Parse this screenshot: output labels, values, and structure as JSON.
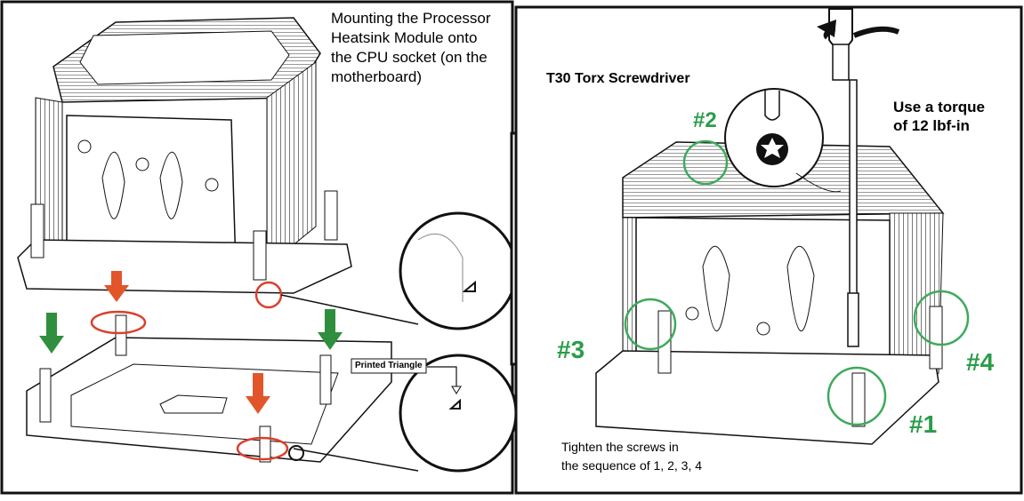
{
  "left_panel": {
    "caption_lines": [
      "Mounting the Processor",
      "Heatsink Module onto",
      "the CPU socket (on the",
      "motherboard)"
    ],
    "triangle_label": "Printed Triangle"
  },
  "right_panel": {
    "tool_label": "T30 Torx Screwdriver",
    "torque_lines": [
      "Use a torque",
      "of 12 lbf-in"
    ],
    "screw_labels": [
      "#1",
      "#2",
      "#3",
      "#4"
    ],
    "sequence_lines": [
      "Tighten the screws in",
      "the sequence of 1, 2, 3, 4"
    ]
  },
  "colors": {
    "arrow_red": "#e2552a",
    "arrow_green": "#2f8f3e",
    "circle_red": "#d9402b",
    "circle_green": "#3daa5b",
    "label_green": "#2a9d49",
    "line": "#111111"
  },
  "icons": [
    "down-arrow-icon",
    "rotation-arrow-icon",
    "torx-bit-icon",
    "printed-triangle-icon"
  ]
}
